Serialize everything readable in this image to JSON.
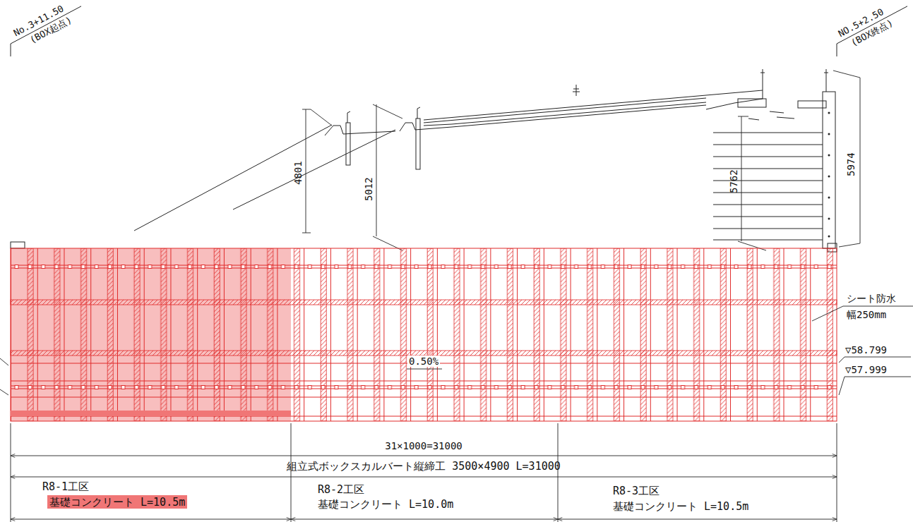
{
  "diagram": {
    "nodes": [
      {
        "text": [
          "基礎コンクリート L=10.5m"
        ]
      }
    ],
    "labels": [
      "No.3+11.50",
      "(BOX起点)",
      "NO.5+2.50",
      "(BOX終点)",
      "4801",
      "5012",
      "5762",
      "5974",
      "シート防水",
      "幅250mm",
      "▽58.799",
      "▽57.999",
      "0.50%",
      "31×1000=31000",
      "組立式ボックスカルバート縦締工 3500×4900 L=31000",
      "R8-1工区",
      "R8-2工区",
      "基礎コンクリート L=10.0m",
      "R8-3工区",
      "基礎コンクリート L=10.5m"
    ]
  }
}
